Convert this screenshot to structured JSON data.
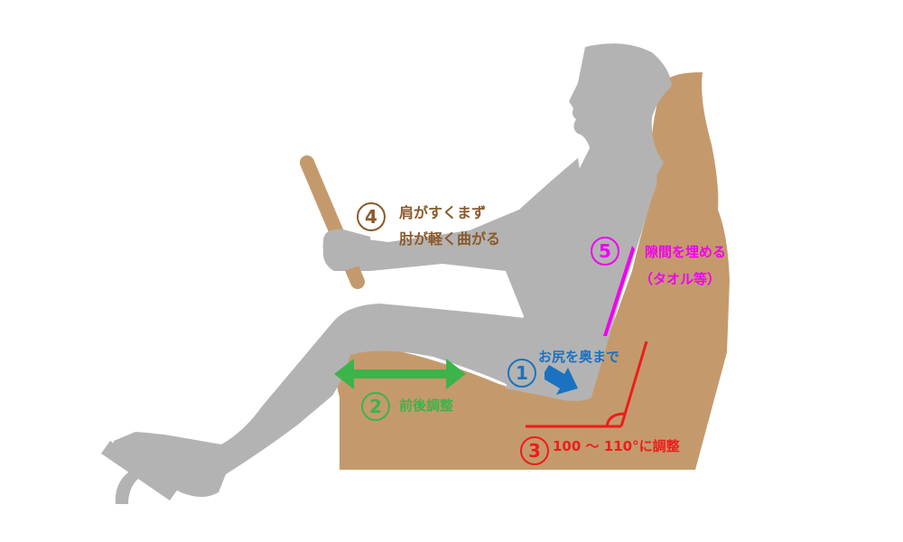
{
  "colors": {
    "body": "#b3b3b3",
    "seat": "#c49a6c",
    "step1": "#1a72c0",
    "step2": "#3cb44a",
    "step3": "#ee1c1c",
    "step4": "#8a5a2b",
    "step5": "#f000f0"
  },
  "annotations": [
    {
      "id": "1",
      "marker": "1",
      "text": "お尻を奥まで"
    },
    {
      "id": "2",
      "marker": "2",
      "text": "前後調整"
    },
    {
      "id": "3",
      "marker": "3",
      "text": "100 〜 110°に調整"
    },
    {
      "id": "4",
      "marker": "4",
      "line1": "肩がすくまず",
      "line2": "肘が軽く曲がる"
    },
    {
      "id": "5",
      "marker": "5",
      "line1": "隙間を埋める",
      "line2": "（タオル等）"
    }
  ]
}
